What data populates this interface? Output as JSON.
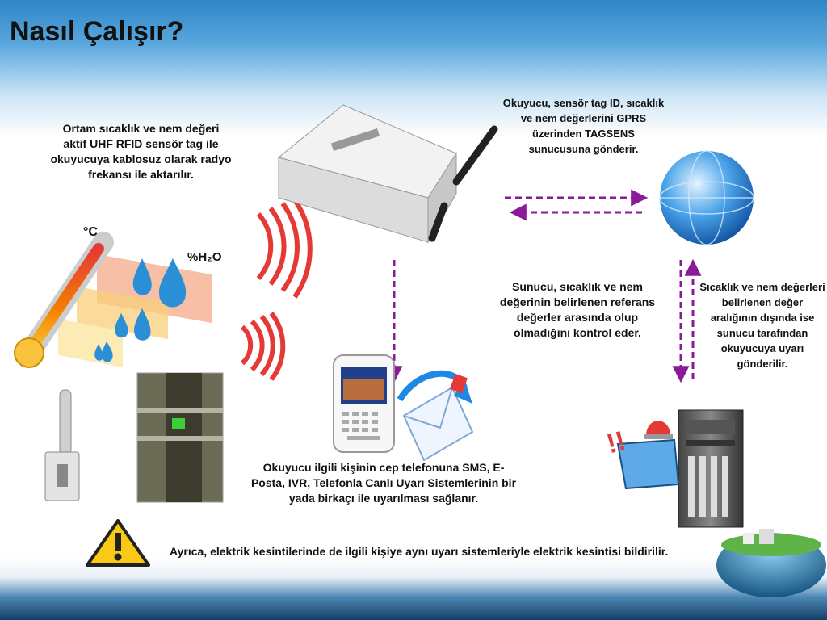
{
  "title": "Nasıl Çalışır?",
  "texts": {
    "sensor_desc": "Ortam sıcaklık ve nem değeri aktif UHF RFID sensör tag ile okuyucuya kablosuz olarak radyo frekansı ile aktarılır.",
    "reader_desc": "Okuyucu, sensör tag ID, sıcaklık ve nem değerlerini GPRS üzerinden TAGSENS sunucusuna gönderir.",
    "server_check": "Sunucu, sıcaklık ve nem değerinin belirlenen referans değerler arasında olup olmadığını kontrol eder.",
    "alarm_desc": "Sıcaklık ve nem değerleri belirlenen değer aralığının dışında ise sunucu tarafından okuyucuya uyarı gönderilir.",
    "notify_desc": "Okuyucu ilgili kişinin cep telefonuna SMS, E-Posta, IVR, Telefonla Canlı Uyarı Sistemlerinin bir yada birkaçı ile uyarılması sağlanır.",
    "power_desc": "Ayrıca, elektrik kesintilerinde de ilgili kişiye aynı uyarı sistemleriyle elektrik kesintisi bildirilir."
  },
  "labels": {
    "celsius": "°C",
    "humidity": "%H₂O"
  },
  "colors": {
    "arrow": "#8b1a9b",
    "wave": "#e53935",
    "title": "#111111"
  }
}
